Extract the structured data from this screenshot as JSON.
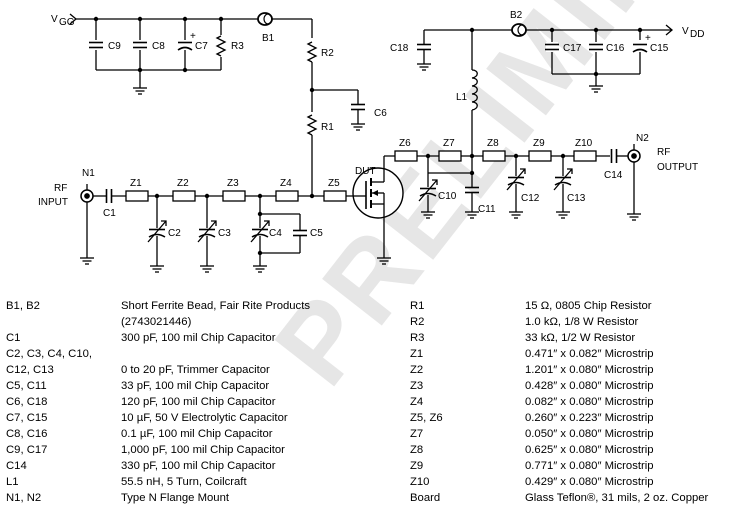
{
  "schematic": {
    "labels": {
      "vgg_main": "V",
      "vgg_sub": "GG",
      "vdd_main": "V",
      "vdd_sub": "DD",
      "b1": "B1",
      "b2": "B2",
      "r1": "R1",
      "r2": "R2",
      "r3": "R3",
      "c1": "C1",
      "c2": "C2",
      "c3": "C3",
      "c4": "C4",
      "c5": "C5",
      "c6": "C6",
      "c7": "C7",
      "c8": "C8",
      "c9": "C9",
      "c10": "C10",
      "c11": "C11",
      "c12": "C12",
      "c13": "C13",
      "c14": "C14",
      "c15": "C15",
      "c16": "C16",
      "c17": "C17",
      "c18": "C18",
      "l1": "L1",
      "z1": "Z1",
      "z2": "Z2",
      "z3": "Z3",
      "z4": "Z4",
      "z5": "Z5",
      "z6": "Z6",
      "z7": "Z7",
      "z8": "Z8",
      "z9": "Z9",
      "z10": "Z10",
      "n1": "N1",
      "n2": "N2",
      "dut": "DUT",
      "rf_in_1": "RF",
      "rf_in_2": "INPUT",
      "rf_out_1": "RF",
      "rf_out_2": "OUTPUT",
      "plus": "+"
    }
  },
  "watermark": "PRELIMINARY",
  "parts_left": [
    {
      "ref": "B1, B2",
      "desc": "Short Ferrite Bead, Fair Rite Products"
    },
    {
      "ref": "",
      "desc": "(2743021446)"
    },
    {
      "ref": "C1",
      "desc": "300 pF, 100 mil Chip Capacitor"
    },
    {
      "ref": "C2, C3, C4, C10,",
      "desc": ""
    },
    {
      "ref": "C12, C13",
      "desc": "0 to 20 pF, Trimmer Capacitor"
    },
    {
      "ref": "C5, C11",
      "desc": "33 pF, 100 mil Chip Capacitor"
    },
    {
      "ref": "C6, C18",
      "desc": "120 pF, 100 mil Chip Capacitor"
    },
    {
      "ref": "C7, C15",
      "desc": "10 µF, 50 V Electrolytic Capacitor"
    },
    {
      "ref": "C8, C16",
      "desc": "0.1 µF, 100 mil Chip Capacitor"
    },
    {
      "ref": "C9, C17",
      "desc": "1,000 pF, 100 mil Chip Capacitor"
    },
    {
      "ref": "C14",
      "desc": "330 pF, 100 mil Chip Capacitor"
    },
    {
      "ref": "L1",
      "desc": "55.5 nH, 5 Turn, Coilcraft"
    },
    {
      "ref": "N1, N2",
      "desc": "Type N Flange Mount"
    }
  ],
  "parts_right": [
    {
      "ref": "R1",
      "desc": "15 Ω, 0805 Chip Resistor"
    },
    {
      "ref": "R2",
      "desc": "1.0 kΩ, 1/8 W Resistor"
    },
    {
      "ref": "R3",
      "desc": "33 kΩ, 1/2 W Resistor"
    },
    {
      "ref": "Z1",
      "desc": "0.471″ x 0.082″ Microstrip"
    },
    {
      "ref": "Z2",
      "desc": "1.201″ x 0.080″ Microstrip"
    },
    {
      "ref": "Z3",
      "desc": "0.428″ x 0.080″ Microstrip"
    },
    {
      "ref": "Z4",
      "desc": "0.082″ x 0.080″ Microstrip"
    },
    {
      "ref": "Z5, Z6",
      "desc": "0.260″ x 0.223″ Microstrip"
    },
    {
      "ref": "Z7",
      "desc": "0.050″ x 0.080″ Microstrip"
    },
    {
      "ref": "Z8",
      "desc": "0.625″ x 0.080″ Microstrip"
    },
    {
      "ref": "Z9",
      "desc": "0.771″ x 0.080″ Microstrip"
    },
    {
      "ref": "Z10",
      "desc": "0.429″ x 0.080″ Microstrip"
    },
    {
      "ref": "Board",
      "desc": "Glass Teflon®, 31 mils, 2 oz. Copper"
    }
  ]
}
